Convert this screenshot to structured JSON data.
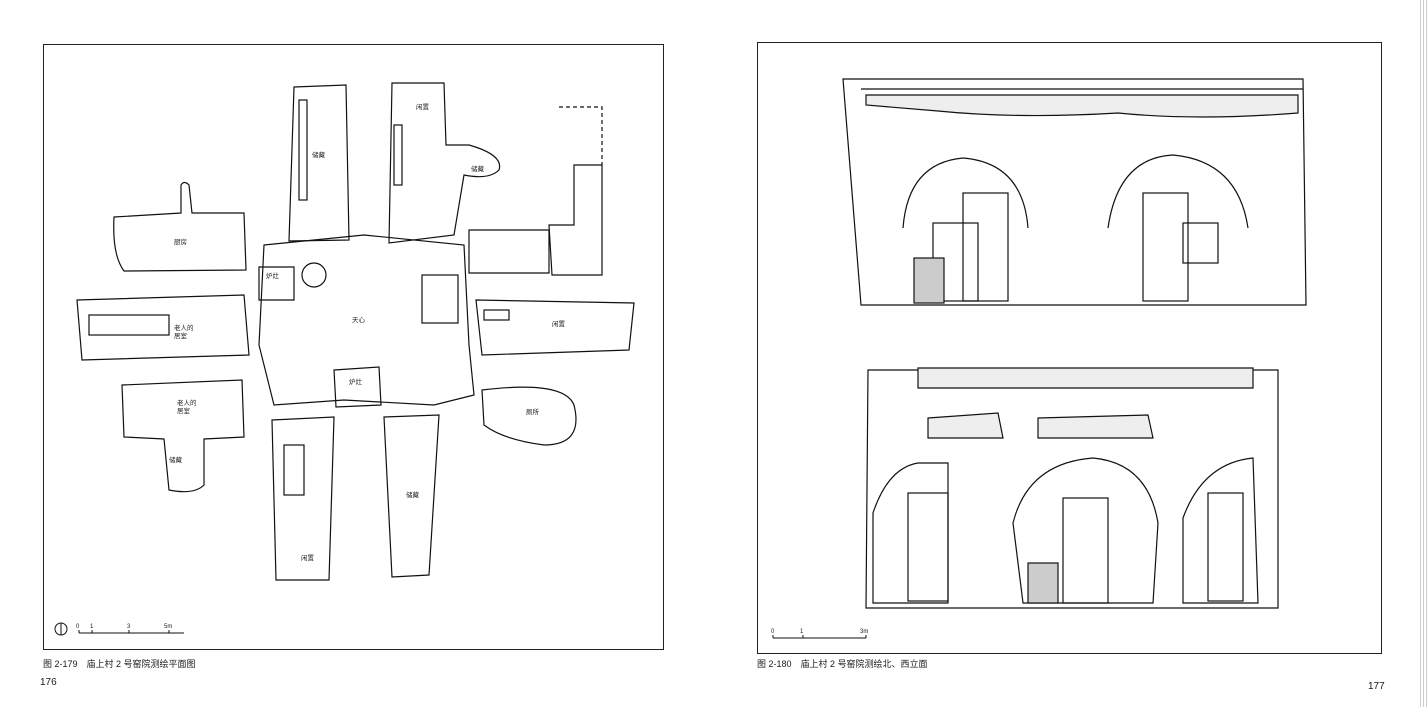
{
  "left_page": {
    "room_labels": {
      "storage_top": "储藏",
      "idle_top": "闲置",
      "storage_right": "储藏",
      "kitchen": "厨房",
      "stove_upper": "炉灶",
      "courtyard": "天心",
      "elders_room_1": "老人的\n居室",
      "idle_right": "闲置",
      "elders_room_2": "老人的\n居室",
      "stove_lower": "炉灶",
      "toilet": "厕所",
      "storage_small": "储藏",
      "storage_bottom": "储藏",
      "idle_bottom": "闲置"
    },
    "scale_labels": [
      "0",
      "1",
      "3",
      "5m"
    ],
    "caption": "图 2-179　庙上村 2 号窑院测绘平面图",
    "page_number": "176"
  },
  "right_page": {
    "scale_labels": [
      "0",
      "1",
      "3m"
    ],
    "caption": "图 2-180　庙上村 2 号窑院测绘北、西立面",
    "page_number": "177"
  }
}
